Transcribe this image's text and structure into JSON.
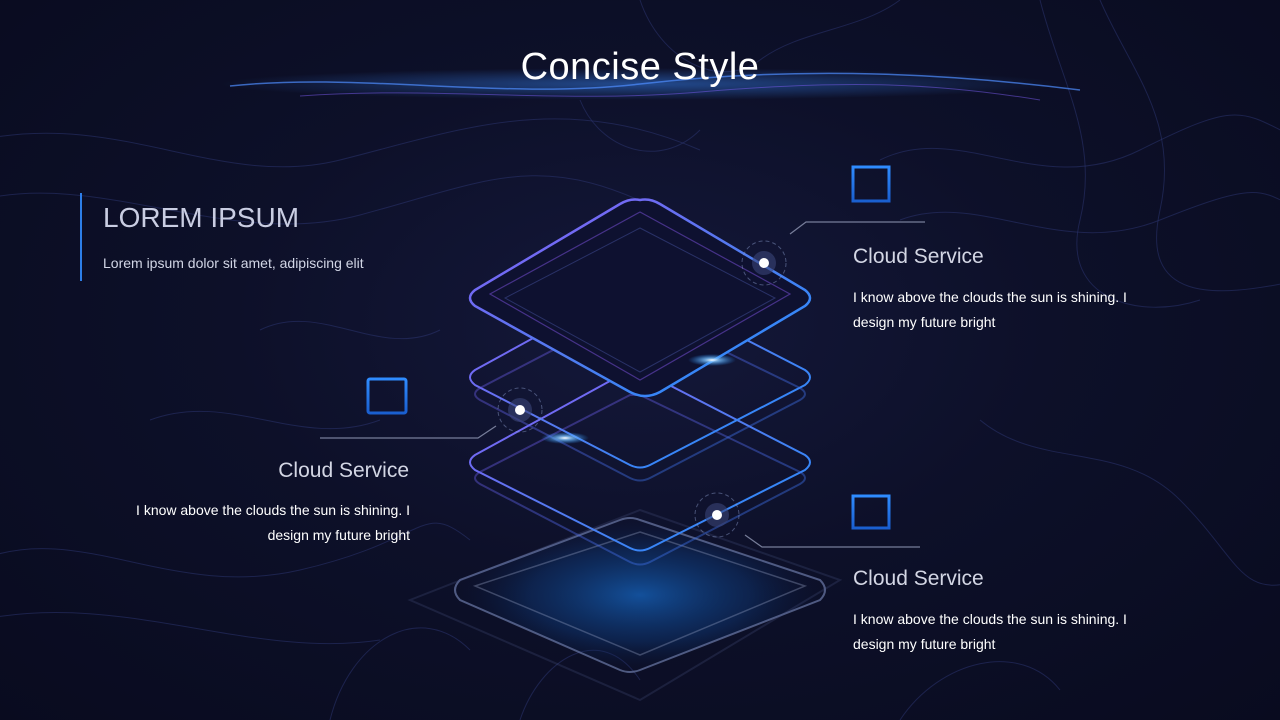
{
  "slide": {
    "title": "Concise Style"
  },
  "intro": {
    "heading": "LOREM IPSUM",
    "subheading": "Lorem ipsum dolor sit amet, adipiscing elit"
  },
  "items": [
    {
      "title": "Cloud Service",
      "description_line1": "I know above the clouds the sun is shining. I",
      "description_line2": "design my future bright",
      "icon": "window-panel-icon"
    },
    {
      "title": "Cloud Service",
      "description_line1": "I know above the clouds the sun is shining. I",
      "description_line2": "design my future bright",
      "icon": "browser-window-icon"
    },
    {
      "title": "Cloud Service",
      "description_line1": "I know above the clouds the sun is shining. I",
      "description_line2": "design my future bright",
      "icon": "calendar-icon"
    }
  ],
  "colors": {
    "background": "#0b0f24",
    "accent_blue": "#2d7ee8",
    "accent_purple": "#8b5cf6",
    "text_primary": "#ffffff",
    "text_muted": "#d3d6e4"
  }
}
